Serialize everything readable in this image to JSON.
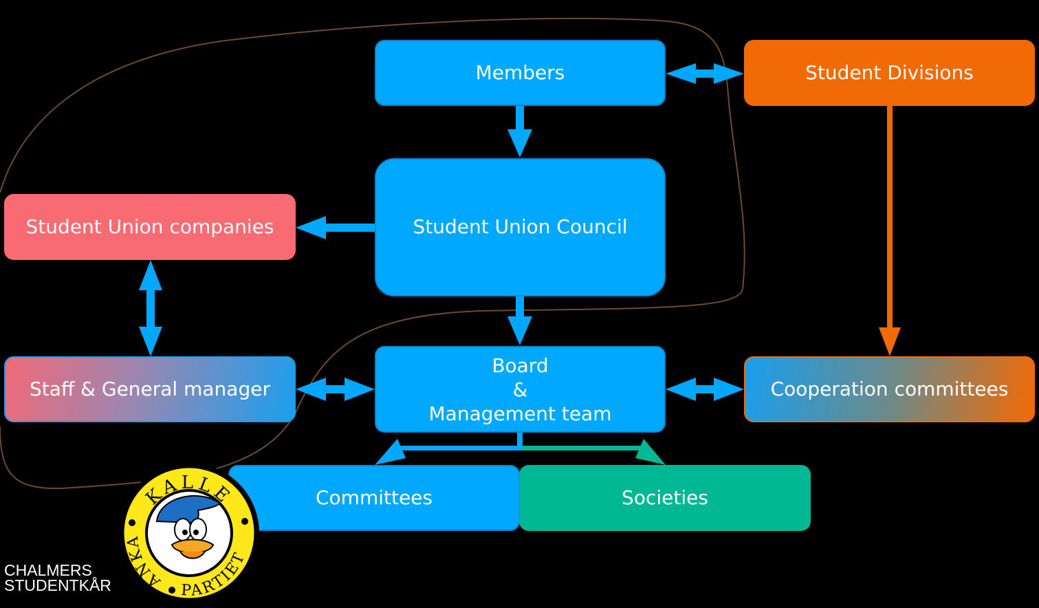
{
  "nodes": {
    "members": "Members",
    "student_divisions": "Student Divisions",
    "student_union_council": "Student Union Council",
    "student_union_companies": "Student Union companies",
    "staff": "Staff & General manager",
    "board_line1": "Board",
    "board_line2": "&",
    "board_line3": "Management team",
    "cooperation_committees": "Cooperation committees",
    "committees": "Committees",
    "societies": "Societies"
  },
  "logo": {
    "top_text": "KALLE",
    "left_text": "ANKA",
    "bottom_text": "PARTIET"
  },
  "org": {
    "line1": "CHALMERS",
    "line2": "STUDENTKÅR"
  },
  "colors": {
    "background": "#000000",
    "blue": "#00a8ff",
    "orange": "#f26a05",
    "red": "#f96b72",
    "green": "#00b894",
    "outline": "#6b4a33"
  }
}
